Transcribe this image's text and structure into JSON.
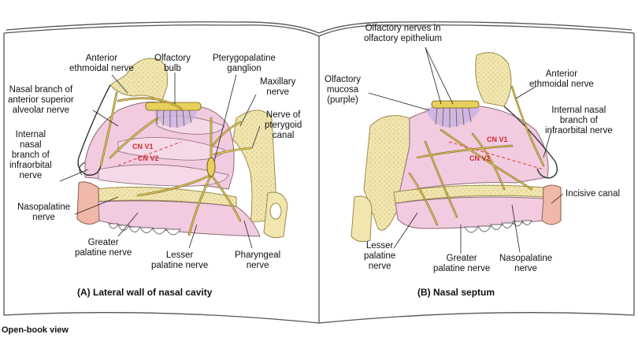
{
  "panel_a": {
    "caption": "(A) Lateral wall of nasal cavity",
    "labels": {
      "anterior_ethmoidal": "Anterior\nethmoidal nerve",
      "nasal_branch_asa": "Nasal branch of\nanterior superior\nalveolar nerve",
      "internal_nasal_infraorbital": "Internal\nnasal\nbranch of\ninfraorbital\nnerve",
      "nasopalatine": "Nasopalatine\nnerve",
      "greater_palatine": "Greater\npalatine nerve",
      "lesser_palatine": "Lesser\npalatine nerve",
      "pharyngeal": "Pharyngeal\nnerve",
      "olfactory_bulb": "Olfactory\nbulb",
      "pterygopalatine_ganglion": "Pterygopalatine\nganglion",
      "maxillary": "Maxillary\nnerve",
      "pterygoid_canal": "Nerve of\npterygoid\ncanal",
      "cn_v1": "CN V1",
      "cn_v2": "CN V2"
    }
  },
  "panel_b": {
    "caption": "(B) Nasal septum",
    "labels": {
      "olfactory_nerves": "Olfactory nerves in\nolfactory epithelium",
      "olfactory_mucosa": "Olfactory\nmucosa\n(purple)",
      "anterior_ethmoidal": "Anterior\nethmoidal nerve",
      "internal_nasal_infraorbital": "Internal nasal\nbranch of\ninfraorbital nerve",
      "incisive_canal": "Incisive canal",
      "lesser_palatine": "Lesser\npalatine\nnerve",
      "greater_palatine": "Greater\npalatine nerve",
      "nasopalatine": "Nasopalatine\nnerve",
      "cn_v1": "CN V1",
      "cn_v2": "CN V2"
    }
  },
  "footer": "Open-book view",
  "colors": {
    "mucosa": "#f2cbe0",
    "olfactory_mucosa": "#c9b3e6",
    "nerve": "#e8d05a",
    "nerve_outline": "#6e5a18",
    "bone": "#f1e6b0",
    "bone_edge": "#9a8a4a",
    "divider": "#e05050",
    "book_line": "#555555"
  }
}
